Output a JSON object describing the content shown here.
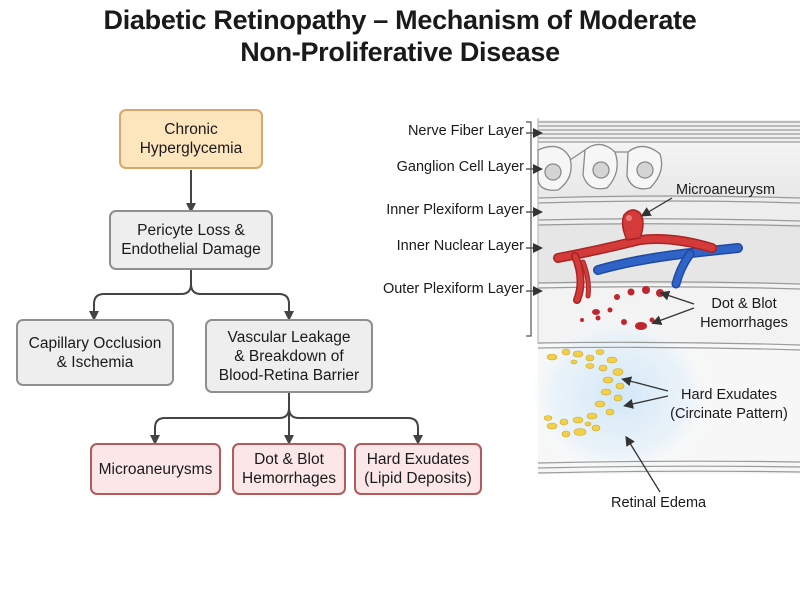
{
  "title": {
    "line1": "Diabetic Retinopathy – Mechanism of Moderate",
    "line2": "Non-Proliferative Disease"
  },
  "flowchart": {
    "root": "Chronic\nHyperglycemia",
    "level2": "Pericyte Loss &\nEndothelial Damage",
    "branch_left": "Capillary Occlusion\n& Ischemia",
    "branch_right": "Vascular Leakage\n& Breakdown of\nBlood-Retina Barrier",
    "outcomes": [
      "Microaneurysms",
      "Dot & Blot\nHemorrhages",
      "Hard Exudates\n(Lipid Deposits)"
    ]
  },
  "retina": {
    "layers": [
      "Nerve Fiber Layer",
      "Ganglion Cell Layer",
      "Inner Plexiform Layer",
      "Inner Nuclear Layer",
      "Outer Plexiform Layer"
    ],
    "annotations": {
      "microaneurysm": "Microaneurysm",
      "hemorrhages_1": "Dot & Blot",
      "hemorrhages_2": "Hemorrhages",
      "exudates_1": "Hard Exudates",
      "exudates_2": "(Circinate Pattern)",
      "edema": "Retinal Edema"
    }
  },
  "colors": {
    "root_fill": "#fde5bd",
    "root_border": "#d9a96b",
    "neutral_fill": "#eeeeee",
    "neutral_border": "#8f8f8f",
    "outcome_fill": "#fbe7e7",
    "outcome_border": "#b35a5a",
    "artery": "#d43a3a",
    "vein": "#2f63c8",
    "exudate": "#f2d04a",
    "hemorrhage": "#c0262e",
    "edema": "#cfe6f7"
  }
}
